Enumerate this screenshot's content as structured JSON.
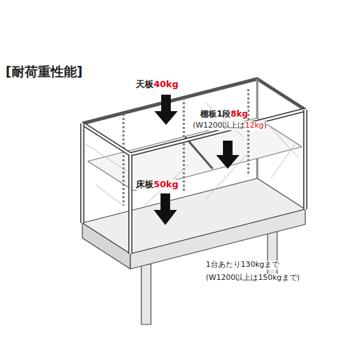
{
  "diagram": {
    "title": "[耐荷重性能]",
    "labels": [
      "天板",
      "40kg",
      "棚板1段",
      "8kg",
      "(W1200以上は",
      "12kg",
      ")",
      "床板",
      "50kg",
      "1台あたり130kgまで",
      "(W1200以上は150kgまで)"
    ]
  }
}
